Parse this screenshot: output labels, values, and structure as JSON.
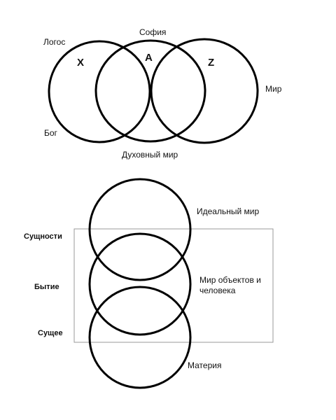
{
  "top_diagram": {
    "labels": {
      "logos": "Логос",
      "sofia": "София",
      "bog": "Бог",
      "mir": "Мир",
      "spiritual_world": "Духовный мир",
      "x": "X",
      "a": "A",
      "z": "Z"
    }
  },
  "bottom_diagram": {
    "labels": {
      "ideal_world": "Идеальный мир",
      "objects_world_line1": "Мир объектов и",
      "objects_world_line2": "человека",
      "matter": "Материя"
    },
    "side_labels": {
      "essences": "Сущности",
      "being": "Бытие",
      "existent": "Сущее"
    }
  },
  "colors": {
    "stroke": "#000000",
    "frame": "#9a9a9a",
    "text": "#111111"
  }
}
